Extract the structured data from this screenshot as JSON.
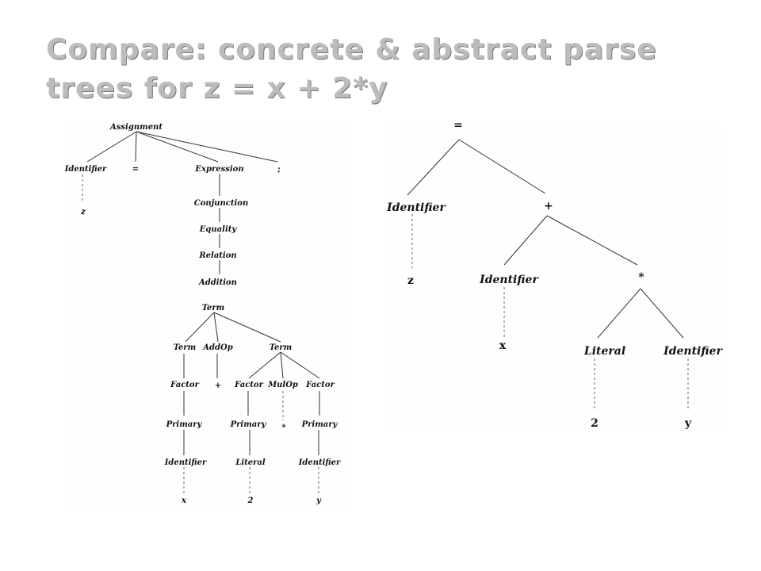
{
  "slide": {
    "title_line1": "Compare: concrete & abstract parse",
    "title_line2": "trees for z = x + 2*y"
  },
  "concrete_tree": {
    "nodes": {
      "assignment": "Assignment",
      "identifier_z": "Identifier",
      "equals": "=",
      "expression": "Expression",
      "semicolon": ";",
      "leaf_z": "z",
      "conjunction": "Conjunction",
      "equality": "Equality",
      "relation": "Relation",
      "addition": "Addition",
      "term_root": "Term",
      "term_left": "Term",
      "addop": "AddOp",
      "term_right": "Term",
      "factor_left": "Factor",
      "plus": "+",
      "factor_mid": "Factor",
      "mulop": "MulOp",
      "factor_right": "Factor",
      "primary_left": "Primary",
      "primary_mid": "Primary",
      "star": "*",
      "primary_right": "Primary",
      "identifier_x": "Identifier",
      "literal_2": "Literal",
      "identifier_y": "Identifier",
      "leaf_x": "x",
      "leaf_2": "2",
      "leaf_y": "y"
    }
  },
  "abstract_tree": {
    "nodes": {
      "root": "=",
      "identifier_z": "Identifier",
      "plus": "+",
      "leaf_z": "z",
      "identifier_x": "Identifier",
      "star": "*",
      "leaf_x": "x",
      "literal_2": "Literal",
      "identifier_y": "Identifier",
      "leaf_2": "2",
      "leaf_y": "y"
    }
  }
}
